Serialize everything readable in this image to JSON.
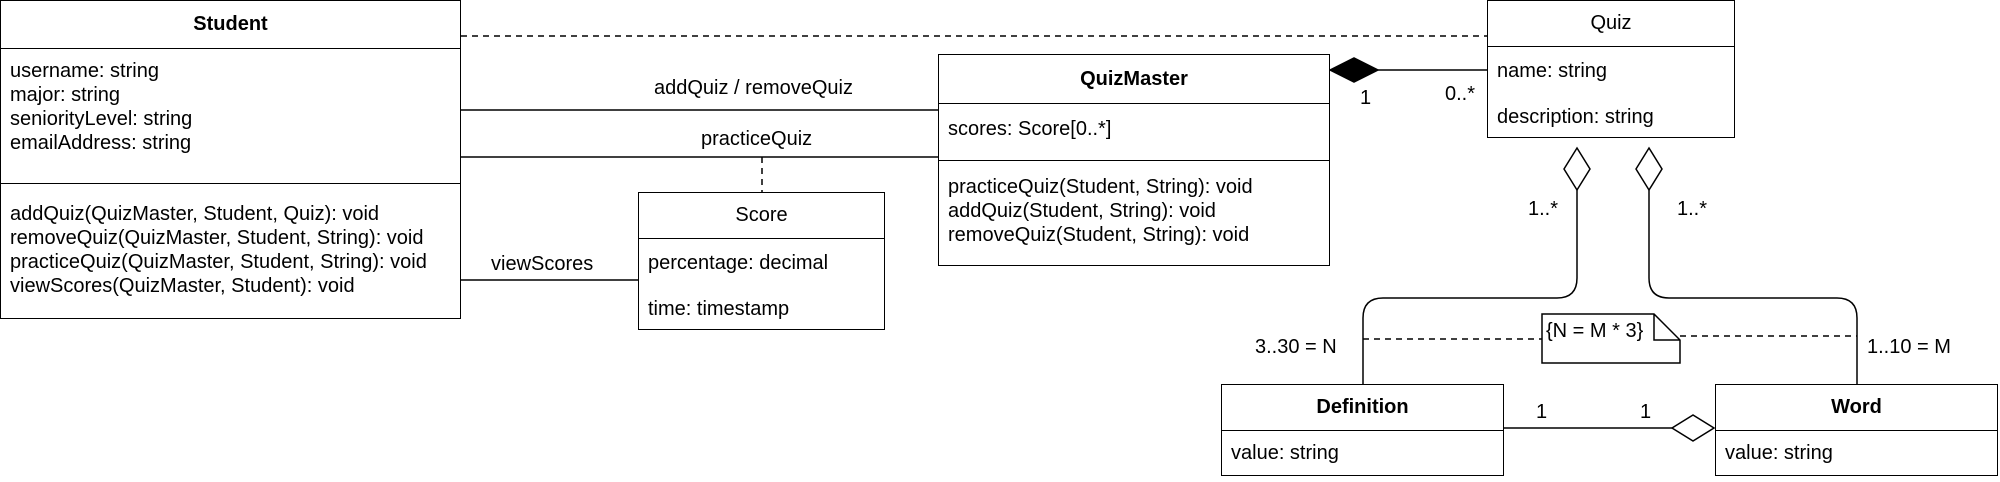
{
  "classes": {
    "student": {
      "name": "Student",
      "attributes": [
        "username: string",
        "major: string",
        "seniorityLevel: string",
        "emailAddress: string"
      ],
      "methods": [
        "addQuiz(QuizMaster, Student, Quiz): void",
        "removeQuiz(QuizMaster, Student, String): void",
        "practiceQuiz(QuizMaster, Student, String): void",
        "viewScores(QuizMaster, Student): void"
      ]
    },
    "quizmaster": {
      "name": "QuizMaster",
      "attributes": [
        "scores: Score[0..*]"
      ],
      "methods": [
        "practiceQuiz(Student, String): void",
        "addQuiz(Student, String): void",
        "removeQuiz(Student, String): void"
      ]
    },
    "quiz": {
      "name": "Quiz",
      "attributes": [
        "name: string",
        "description: string"
      ]
    },
    "score": {
      "name": "Score",
      "attributes": [
        "percentage: decimal",
        "time: timestamp"
      ]
    },
    "definition": {
      "name": "Definition",
      "attributes": [
        "value: string"
      ]
    },
    "word": {
      "name": "Word",
      "attributes": [
        "value: string"
      ]
    }
  },
  "labels": {
    "add_remove": "addQuiz / removeQuiz",
    "practice": "practiceQuiz",
    "view_scores": "viewScores",
    "qm_mult": "1",
    "quiz_mult": "0..*",
    "def_agg_mult": "1..*",
    "word_agg_mult": "1..*",
    "def_n": "3..30 = N",
    "word_m": "1..10 = M",
    "def_word_left": "1",
    "def_word_right": "1"
  },
  "note": "{N = M * 3}"
}
